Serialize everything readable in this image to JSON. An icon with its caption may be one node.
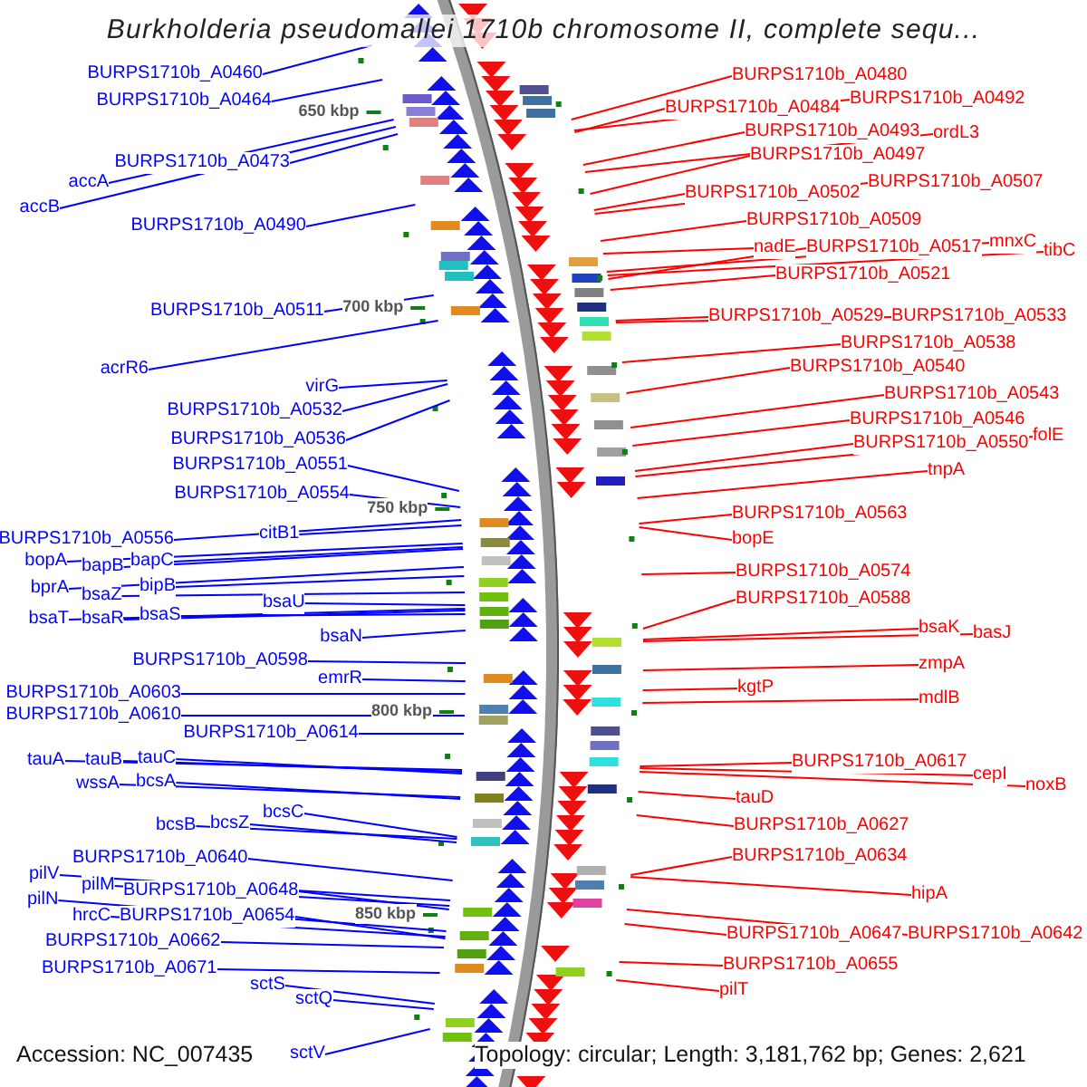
{
  "diagram": {
    "title": "Burkholderia pseudomallei 1710b chromosome II, complete sequ...",
    "nodes": [
      {
        "text": [
          "BURPS1710b_A0460"
        ]
      },
      {
        "text": [
          "BURPS1710b_A0464"
        ]
      },
      {
        "text": [
          "BURPS1710b_A0473"
        ]
      },
      {
        "text": [
          "accA"
        ]
      },
      {
        "text": [
          "accB"
        ]
      },
      {
        "text": [
          "BURPS1710b_A0490"
        ]
      },
      {
        "text": [
          "BURPS1710b_A0511"
        ]
      },
      {
        "text": [
          "acrR6"
        ]
      },
      {
        "text": [
          "virG"
        ]
      },
      {
        "text": [
          "BURPS1710b_A0532"
        ]
      },
      {
        "text": [
          "BURPS1710b_A0536"
        ]
      },
      {
        "text": [
          "BURPS1710b_A0551"
        ]
      },
      {
        "text": [
          "BURPS1710b_A0554"
        ]
      },
      {
        "text": [
          "BURPS1710b_A0556"
        ]
      },
      {
        "text": [
          "citB1"
        ]
      },
      {
        "text": [
          "bopA"
        ]
      },
      {
        "text": [
          "bapB"
        ]
      },
      {
        "text": [
          "bapC"
        ]
      },
      {
        "text": [
          "bprA"
        ]
      },
      {
        "text": [
          "bipB"
        ]
      },
      {
        "text": [
          "bsaZ"
        ]
      },
      {
        "text": [
          "bsaU"
        ]
      },
      {
        "text": [
          "bsaT"
        ]
      },
      {
        "text": [
          "bsaR"
        ]
      },
      {
        "text": [
          "bsaS"
        ]
      },
      {
        "text": [
          "bsaN"
        ]
      },
      {
        "text": [
          "BURPS1710b_A0598"
        ]
      },
      {
        "text": [
          "emrR"
        ]
      },
      {
        "text": [
          "BURPS1710b_A0603"
        ]
      },
      {
        "text": [
          "BURPS1710b_A0610"
        ]
      },
      {
        "text": [
          "BURPS1710b_A0614"
        ]
      },
      {
        "text": [
          "tauA"
        ]
      },
      {
        "text": [
          "tauB"
        ]
      },
      {
        "text": [
          "tauC"
        ]
      },
      {
        "text": [
          "wssA"
        ]
      },
      {
        "text": [
          "bcsA"
        ]
      },
      {
        "text": [
          "bcsC"
        ]
      },
      {
        "text": [
          "bcsB"
        ]
      },
      {
        "text": [
          "bcsZ"
        ]
      },
      {
        "text": [
          "BURPS1710b_A0640"
        ]
      },
      {
        "text": [
          "pilV"
        ]
      },
      {
        "text": [
          "pilM"
        ]
      },
      {
        "text": [
          "BURPS1710b_A0648"
        ]
      },
      {
        "text": [
          "pilN"
        ]
      },
      {
        "text": [
          "hrcC"
        ]
      },
      {
        "text": [
          "BURPS1710b_A0654"
        ]
      },
      {
        "text": [
          "BURPS1710b_A0662"
        ]
      },
      {
        "text": [
          "BURPS1710b_A0671"
        ]
      },
      {
        "text": [
          "sctS"
        ]
      },
      {
        "text": [
          "sctQ"
        ]
      },
      {
        "text": [
          "sctV"
        ]
      },
      {
        "text": [
          "BURPS1710b_A0480"
        ]
      },
      {
        "text": [
          "BURPS1710b_A0484"
        ]
      },
      {
        "text": [
          "BURPS1710b_A0492"
        ]
      },
      {
        "text": [
          "BURPS1710b_A0493"
        ]
      },
      {
        "text": [
          "ordL3"
        ]
      },
      {
        "text": [
          "BURPS1710b_A0497"
        ]
      },
      {
        "text": [
          "BURPS1710b_A0502"
        ]
      },
      {
        "text": [
          "BURPS1710b_A0507"
        ]
      },
      {
        "text": [
          "BURPS1710b_A0509"
        ]
      },
      {
        "text": [
          "nadE"
        ]
      },
      {
        "text": [
          "BURPS1710b_A0517"
        ]
      },
      {
        "text": [
          "mnxC"
        ]
      },
      {
        "text": [
          "tibC"
        ]
      },
      {
        "text": [
          "BURPS1710b_A0521"
        ]
      },
      {
        "text": [
          "BURPS1710b_A0529"
        ]
      },
      {
        "text": [
          "BURPS1710b_A0533"
        ]
      },
      {
        "text": [
          "BURPS1710b_A0538"
        ]
      },
      {
        "text": [
          "BURPS1710b_A0540"
        ]
      },
      {
        "text": [
          "BURPS1710b_A0543"
        ]
      },
      {
        "text": [
          "BURPS1710b_A0546"
        ]
      },
      {
        "text": [
          "BURPS1710b_A0550"
        ]
      },
      {
        "text": [
          "folE"
        ]
      },
      {
        "text": [
          "tnpA"
        ]
      },
      {
        "text": [
          "BURPS1710b_A0563"
        ]
      },
      {
        "text": [
          "bopE"
        ]
      },
      {
        "text": [
          "BURPS1710b_A0574"
        ]
      },
      {
        "text": [
          "BURPS1710b_A0588"
        ]
      },
      {
        "text": [
          "bsaK"
        ]
      },
      {
        "text": [
          "basJ"
        ]
      },
      {
        "text": [
          "zmpA"
        ]
      },
      {
        "text": [
          "kgtP"
        ]
      },
      {
        "text": [
          "mdlB"
        ]
      },
      {
        "text": [
          "BURPS1710b_A0617"
        ]
      },
      {
        "text": [
          "cepI"
        ]
      },
      {
        "text": [
          "noxB"
        ]
      },
      {
        "text": [
          "tauD"
        ]
      },
      {
        "text": [
          "BURPS1710b_A0627"
        ]
      },
      {
        "text": [
          "BURPS1710b_A0634"
        ]
      },
      {
        "text": [
          "hipA"
        ]
      },
      {
        "text": [
          "BURPS1710b_A0647"
        ]
      },
      {
        "text": [
          "BURPS1710b_A0642"
        ]
      },
      {
        "text": [
          "BURPS1710b_A0655"
        ]
      },
      {
        "text": [
          "pilT"
        ]
      }
    ],
    "edges": [
      {
        "from": 0,
        "to": null,
        "arrow": "none"
      },
      {
        "from": 1,
        "to": null,
        "arrow": "none"
      },
      {
        "from": 2,
        "to": null,
        "arrow": "none"
      },
      {
        "from": 3,
        "to": null,
        "arrow": "none"
      },
      {
        "from": 4,
        "to": null,
        "arrow": "none"
      },
      {
        "from": 5,
        "to": null,
        "arrow": "none"
      },
      {
        "from": 6,
        "to": null,
        "arrow": "none"
      },
      {
        "from": 7,
        "to": null,
        "arrow": "none"
      },
      {
        "from": 8,
        "to": null,
        "arrow": "none"
      },
      {
        "from": 9,
        "to": null,
        "arrow": "none"
      },
      {
        "from": 10,
        "to": null,
        "arrow": "none"
      },
      {
        "from": 11,
        "to": null,
        "arrow": "none"
      },
      {
        "from": 12,
        "to": null,
        "arrow": "none"
      },
      {
        "from": 13,
        "to": null,
        "arrow": "none"
      },
      {
        "from": 14,
        "to": null,
        "arrow": "none"
      },
      {
        "from": 15,
        "to": null,
        "arrow": "none"
      },
      {
        "from": 16,
        "to": null,
        "arrow": "none"
      },
      {
        "from": 17,
        "to": null,
        "arrow": "none"
      },
      {
        "from": 18,
        "to": null,
        "arrow": "none"
      },
      {
        "from": 19,
        "to": null,
        "arrow": "none"
      },
      {
        "from": 20,
        "to": null,
        "arrow": "none"
      },
      {
        "from": 21,
        "to": null,
        "arrow": "none"
      },
      {
        "from": 22,
        "to": null,
        "arrow": "none"
      },
      {
        "from": 23,
        "to": null,
        "arrow": "none"
      },
      {
        "from": 24,
        "to": null,
        "arrow": "none"
      },
      {
        "from": 25,
        "to": null,
        "arrow": "none"
      },
      {
        "from": 26,
        "to": null,
        "arrow": "none"
      },
      {
        "from": 27,
        "to": null,
        "arrow": "none"
      },
      {
        "from": 28,
        "to": null,
        "arrow": "none"
      },
      {
        "from": 29,
        "to": null,
        "arrow": "none"
      },
      {
        "from": 30,
        "to": null,
        "arrow": "none"
      },
      {
        "from": 31,
        "to": null,
        "arrow": "none"
      },
      {
        "from": 32,
        "to": null,
        "arrow": "none"
      },
      {
        "from": 33,
        "to": null,
        "arrow": "none"
      },
      {
        "from": 34,
        "to": null,
        "arrow": "none"
      },
      {
        "from": 35,
        "to": null,
        "arrow": "none"
      },
      {
        "from": 36,
        "to": null,
        "arrow": "none"
      },
      {
        "from": 37,
        "to": null,
        "arrow": "none"
      },
      {
        "from": 38,
        "to": null,
        "arrow": "none"
      },
      {
        "from": 39,
        "to": null,
        "arrow": "none"
      },
      {
        "from": 40,
        "to": null,
        "arrow": "none"
      },
      {
        "from": 41,
        "to": null,
        "arrow": "none"
      },
      {
        "from": 42,
        "to": null,
        "arrow": "none"
      },
      {
        "from": 43,
        "to": null,
        "arrow": "none"
      },
      {
        "from": 44,
        "to": null,
        "arrow": "none"
      },
      {
        "from": 45,
        "to": null,
        "arrow": "none"
      },
      {
        "from": 46,
        "to": null,
        "arrow": "none"
      },
      {
        "from": 47,
        "to": null,
        "arrow": "none"
      },
      {
        "from": 48,
        "to": null,
        "arrow": "none"
      },
      {
        "from": 49,
        "to": null,
        "arrow": "none"
      },
      {
        "from": 50,
        "to": null,
        "arrow": "none"
      },
      {
        "from": 51,
        "to": null,
        "arrow": "none",
        "color": "#ff0000"
      },
      {
        "from": 52,
        "to": null,
        "arrow": "none",
        "color": "#ff0000"
      },
      {
        "from": 53,
        "to": null,
        "arrow": "none",
        "color": "#ff0000"
      },
      {
        "from": 54,
        "to": null,
        "arrow": "none",
        "color": "#ff0000"
      },
      {
        "from": 55,
        "to": null,
        "arrow": "none",
        "color": "#ff0000"
      },
      {
        "from": 56,
        "to": null,
        "arrow": "none",
        "color": "#ff0000"
      },
      {
        "from": 57,
        "to": null,
        "arrow": "none",
        "color": "#ff0000"
      },
      {
        "from": 58,
        "to": null,
        "arrow": "none",
        "color": "#ff0000"
      },
      {
        "from": 59,
        "to": null,
        "arrow": "none",
        "color": "#ff0000"
      },
      {
        "from": 60,
        "to": null,
        "arrow": "none",
        "color": "#ff0000"
      },
      {
        "from": 61,
        "to": null,
        "arrow": "none",
        "color": "#ff0000"
      },
      {
        "from": 62,
        "to": null,
        "arrow": "none",
        "color": "#ff0000"
      },
      {
        "from": 63,
        "to": null,
        "arrow": "none",
        "color": "#ff0000"
      },
      {
        "from": 64,
        "to": null,
        "arrow": "none",
        "color": "#ff0000"
      },
      {
        "from": 65,
        "to": null,
        "arrow": "none",
        "color": "#ff0000"
      },
      {
        "from": 66,
        "to": null,
        "arrow": "none",
        "color": "#ff0000"
      },
      {
        "from": 67,
        "to": null,
        "arrow": "none",
        "color": "#ff0000"
      },
      {
        "from": 68,
        "to": null,
        "arrow": "none",
        "color": "#ff0000"
      },
      {
        "from": 69,
        "to": null,
        "arrow": "none",
        "color": "#ff0000"
      },
      {
        "from": 70,
        "to": null,
        "arrow": "none",
        "color": "#ff0000"
      },
      {
        "from": 71,
        "to": null,
        "arrow": "none",
        "color": "#ff0000"
      },
      {
        "from": 72,
        "to": null,
        "arrow": "none",
        "color": "#ff0000"
      },
      {
        "from": 73,
        "to": null,
        "arrow": "none",
        "color": "#ff0000"
      },
      {
        "from": 74,
        "to": null,
        "arrow": "none",
        "color": "#ff0000"
      },
      {
        "from": 75,
        "to": null,
        "arrow": "none",
        "color": "#ff0000"
      },
      {
        "from": 76,
        "to": null,
        "arrow": "none",
        "color": "#ff0000"
      },
      {
        "from": 77,
        "to": null,
        "arrow": "none",
        "color": "#ff0000"
      },
      {
        "from": 78,
        "to": null,
        "arrow": "none",
        "color": "#ff0000"
      },
      {
        "from": 79,
        "to": null,
        "arrow": "none",
        "color": "#ff0000"
      },
      {
        "from": 80,
        "to": null,
        "arrow": "none",
        "color": "#ff0000"
      },
      {
        "from": 81,
        "to": null,
        "arrow": "none",
        "color": "#ff0000"
      },
      {
        "from": 82,
        "to": null,
        "arrow": "none",
        "color": "#ff0000"
      },
      {
        "from": 83,
        "to": null,
        "arrow": "none",
        "color": "#ff0000"
      },
      {
        "from": 84,
        "to": null,
        "arrow": "none",
        "color": "#ff0000"
      },
      {
        "from": 85,
        "to": null,
        "arrow": "none",
        "color": "#ff0000"
      },
      {
        "from": 86,
        "to": null,
        "arrow": "none",
        "color": "#ff0000"
      },
      {
        "from": 87,
        "to": null,
        "arrow": "none",
        "color": "#ff0000"
      },
      {
        "from": 88,
        "to": null,
        "arrow": "none",
        "color": "#ff0000"
      },
      {
        "from": 89,
        "to": null,
        "arrow": "none",
        "color": "#ff0000"
      },
      {
        "from": 90,
        "to": null,
        "arrow": "none",
        "color": "#ff0000"
      },
      {
        "from": 91,
        "to": null,
        "arrow": "none",
        "color": "#ff0000"
      },
      {
        "from": 92,
        "to": null,
        "arrow": "none",
        "color": "#ff0000"
      },
      {
        "from": 93,
        "to": null,
        "arrow": "none",
        "color": "#ff0000"
      }
    ],
    "labels": [
      "650 kbp",
      "700 kbp",
      "750 kbp",
      "800 kbp",
      "850 kbp",
      "Accession: NC_007435",
      "Topology: circular; Length: 3,181,762 bp; Genes: 2,621"
    ]
  }
}
